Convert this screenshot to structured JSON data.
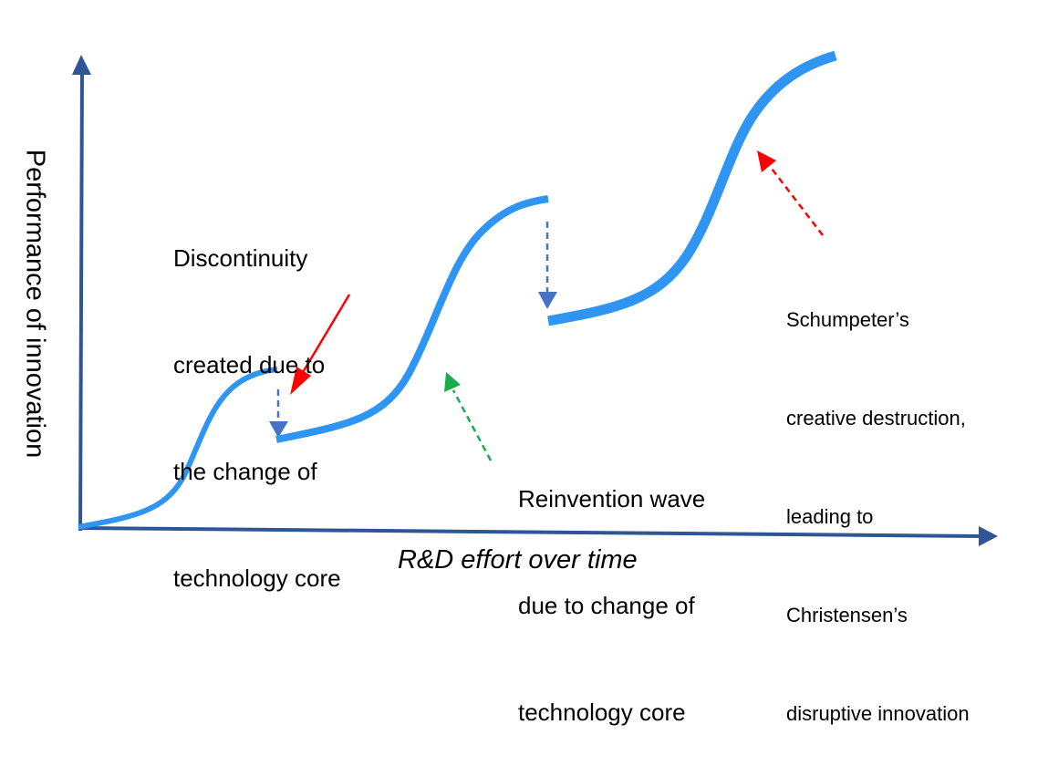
{
  "diagram": {
    "type": "s-curve technology innovation diagram",
    "axes": {
      "y_label": "Performance of innovation",
      "x_label": "R&D effort over time",
      "color": "#2f5597"
    },
    "curves": [
      {
        "name": "first technology S-curve",
        "color": "#2e95f2",
        "stroke_width": 6
      },
      {
        "name": "second technology S-curve",
        "color": "#2e95f2",
        "stroke_width": 8
      },
      {
        "name": "third technology S-curve",
        "color": "#2e95f2",
        "stroke_width": 11
      }
    ],
    "annotations": {
      "discontinuity": {
        "lines": [
          "Discontinuity",
          "created due to",
          "the change of",
          "technology core"
        ],
        "arrow_color": "#ff0000",
        "arrow_style": "solid"
      },
      "reinvention": {
        "lines": [
          "Reinvention wave",
          "due to change of",
          "technology core"
        ],
        "arrow_color": "#1aab4b",
        "arrow_style": "dashed"
      },
      "schumpeter": {
        "lines": [
          "Schumpeter’s",
          "creative destruction,",
          "leading to",
          "Christensen’s",
          "disruptive innovation"
        ],
        "arrow_color": "#ff0000",
        "arrow_style": "dashed"
      }
    },
    "drop_arrows": {
      "color": "#4472c4",
      "style": "dashed",
      "count": 2
    }
  }
}
